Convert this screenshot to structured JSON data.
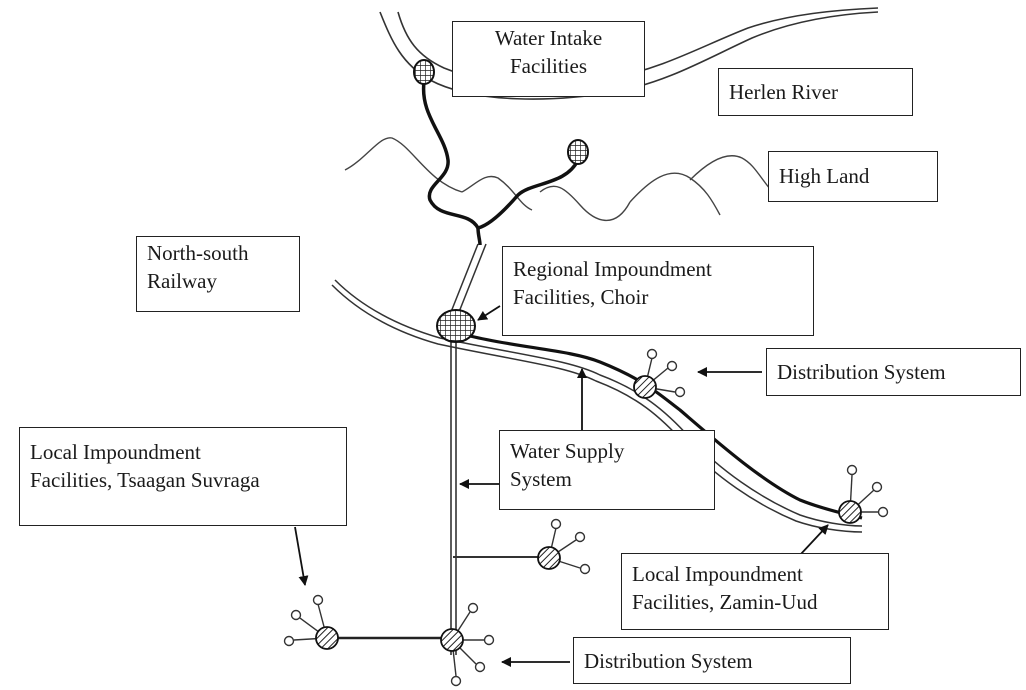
{
  "labels": {
    "water_intake": [
      "Water Intake",
      "Facilities"
    ],
    "herlen_river": "Herlen River",
    "high_land": "High Land",
    "railway": [
      "North-south",
      "Railway"
    ],
    "regional_impoundment": {
      "w1": "Regional",
      "w2": "Impoundment",
      "line2": "Facilities, Choir"
    },
    "distribution_upper": "Distribution System",
    "water_supply": {
      "w1": "Water",
      "w2": "Supply",
      "line2": "System"
    },
    "local_tsaagan": [
      "Local Impoundment",
      "Facilities, Tsaagan Suvraga"
    ],
    "local_zamin": [
      "Local Impoundment",
      "Facilities, Zamin-Uud"
    ],
    "distribution_lower": "Distribution System"
  }
}
